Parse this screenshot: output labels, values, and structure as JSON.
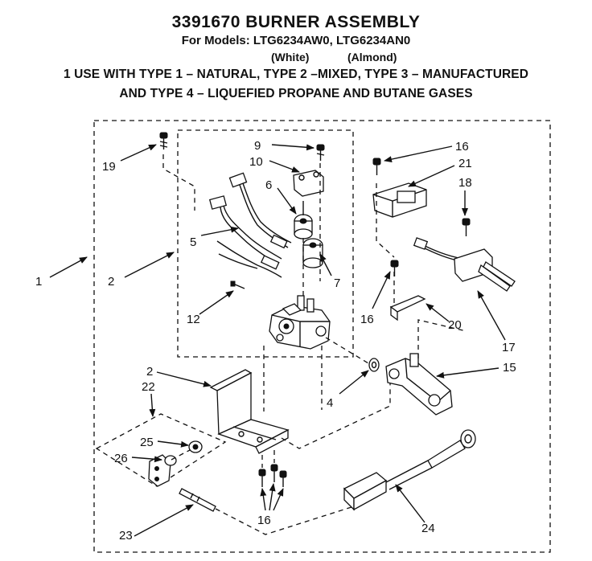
{
  "header": {
    "title": "3391670 BURNER ASSEMBLY",
    "models_line": "For Models: LTG6234AW0, LTG6234AN0",
    "color_white": "(White)",
    "color_almond": "(Almond)",
    "usage_line1": "1 USE WITH TYPE 1 – NATURAL, TYPE 2 –MIXED, TYPE 3 – MANUFACTURED",
    "usage_line2": "AND TYPE 4 – LIQUEFIED PROPANE AND BUTANE GASES"
  },
  "callouts": {
    "c1": "1",
    "c2a": "2",
    "c2b": "2",
    "c4": "4",
    "c5": "5",
    "c6": "6",
    "c7": "7",
    "c9": "9",
    "c10": "10",
    "c12": "12",
    "c15": "15",
    "c16a": "16",
    "c16b": "16",
    "c16c": "16",
    "c17": "17",
    "c18": "18",
    "c19": "19",
    "c20": "20",
    "c21": "21",
    "c22": "22",
    "c23": "23",
    "c24": "24",
    "c25": "25",
    "c26": "26"
  }
}
